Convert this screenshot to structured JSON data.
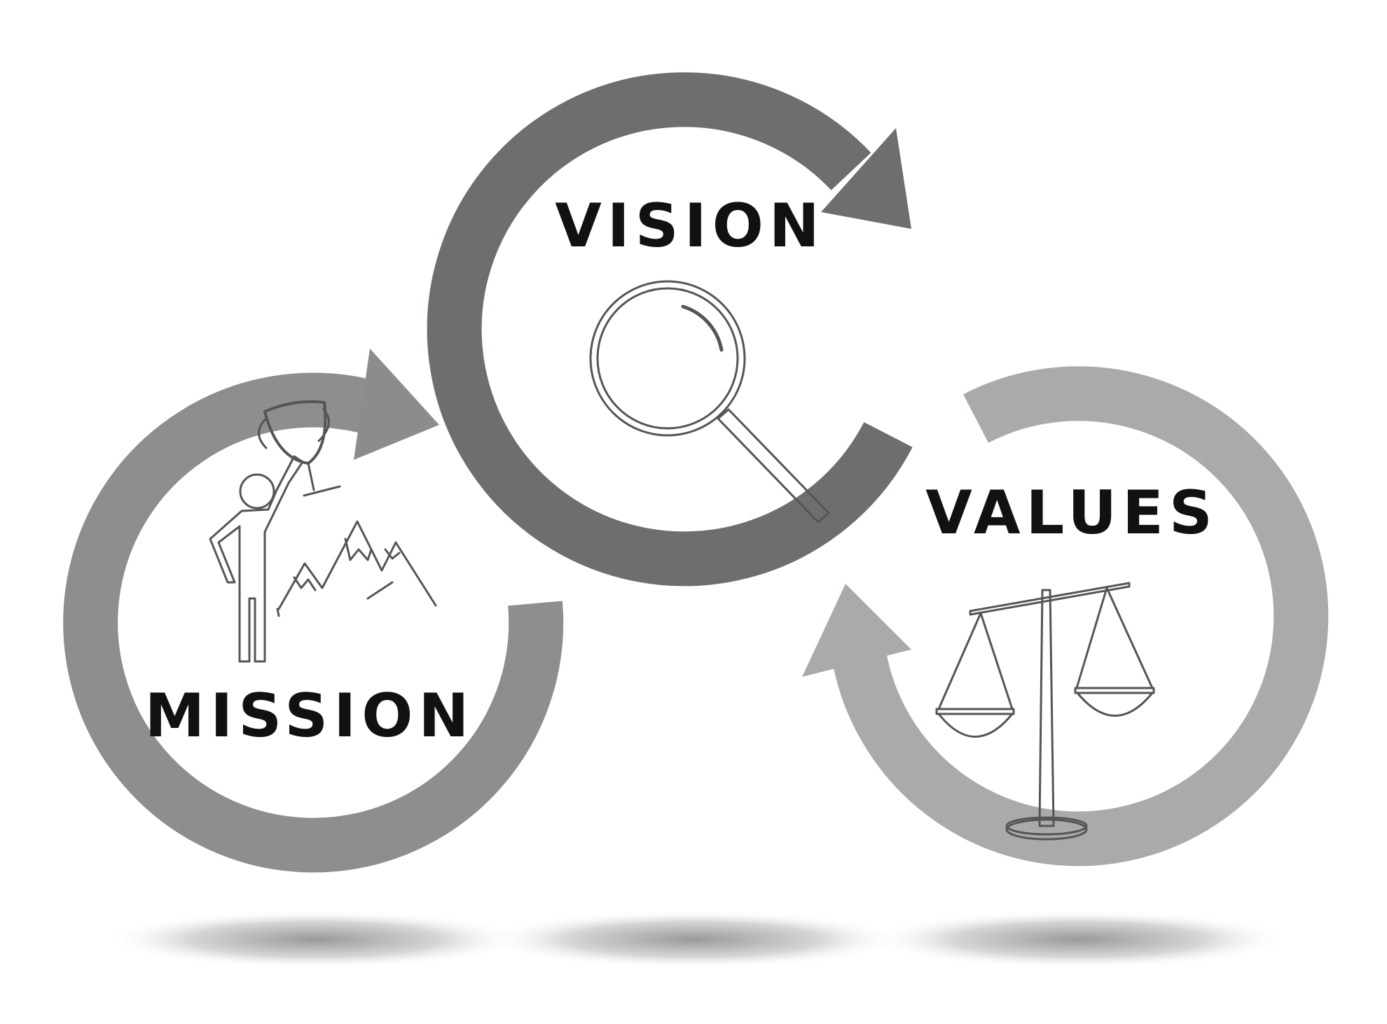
{
  "diagram": {
    "items": [
      {
        "label": "VISION",
        "icon": "magnifying-glass-icon",
        "color": "#6d6e6e"
      },
      {
        "label": "MISSION",
        "icon": "person-trophy-mountains-icon",
        "color": "#8c8c8c"
      },
      {
        "label": "VALUES",
        "icon": "balance-scale-icon",
        "color": "#a9aaaa"
      }
    ]
  }
}
